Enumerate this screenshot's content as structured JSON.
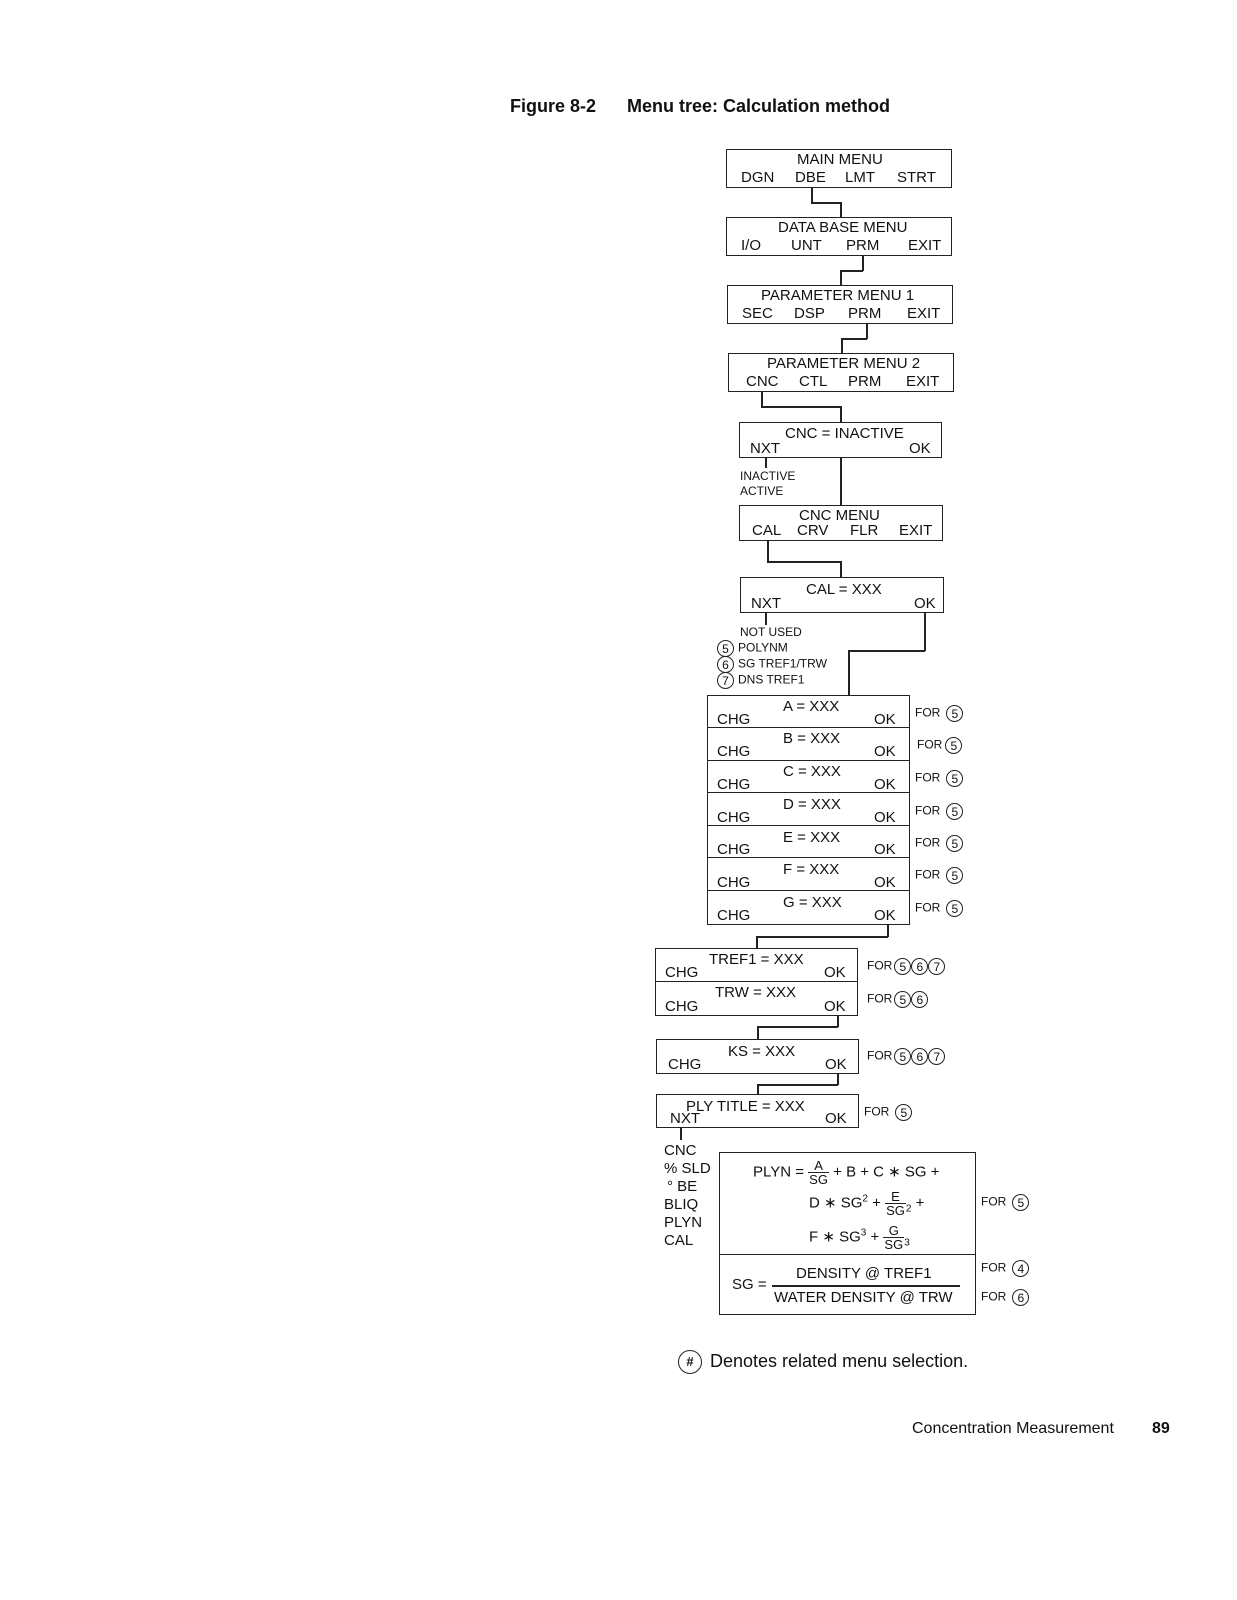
{
  "figure": {
    "label": "Figure 8-2",
    "title": "Menu tree: Calculation method"
  },
  "main_menu": {
    "title": "MAIN MENU",
    "keys": [
      "DGN",
      "DBE",
      "LMT",
      "STRT"
    ]
  },
  "database_menu": {
    "title": "DATA BASE MENU",
    "keys": [
      "I/O",
      "UNT",
      "PRM",
      "EXIT"
    ]
  },
  "param_menu_1": {
    "title": "PARAMETER MENU 1",
    "keys": [
      "SEC",
      "DSP",
      "PRM",
      "EXIT"
    ]
  },
  "param_menu_2": {
    "title": "PARAMETER MENU 2",
    "keys": [
      "CNC",
      "CTL",
      "PRM",
      "EXIT"
    ]
  },
  "cnc_status": {
    "title": "CNC = INACTIVE",
    "left": "NXT",
    "right": "OK",
    "options": [
      "INACTIVE",
      "ACTIVE"
    ]
  },
  "cnc_menu": {
    "title": "CNC MENU",
    "keys": [
      "CAL",
      "CRV",
      "FLR",
      "EXIT"
    ]
  },
  "cal": {
    "title": "CAL = XXX",
    "left": "NXT",
    "right": "OK",
    "options": [
      {
        "mark": "",
        "label": "NOT USED"
      },
      {
        "mark": "5",
        "label": "POLYNM"
      },
      {
        "mark": "6",
        "label": "SG TREF1/TRW"
      },
      {
        "mark": "7",
        "label": "DNS TREF1"
      }
    ]
  },
  "coef_rows": [
    {
      "title": "A = XXX",
      "left": "CHG",
      "right": "OK",
      "for": "FOR",
      "marks": [
        "5"
      ]
    },
    {
      "title": "B = XXX",
      "left": "CHG",
      "right": "OK",
      "for": "FOR",
      "marks": [
        "5"
      ]
    },
    {
      "title": "C = XXX",
      "left": "CHG",
      "right": "OK",
      "for": "FOR",
      "marks": [
        "5"
      ]
    },
    {
      "title": "D = XXX",
      "left": "CHG",
      "right": "OK",
      "for": "FOR",
      "marks": [
        "5"
      ]
    },
    {
      "title": "E = XXX",
      "left": "CHG",
      "right": "OK",
      "for": "FOR",
      "marks": [
        "5"
      ]
    },
    {
      "title": "F = XXX",
      "left": "CHG",
      "right": "OK",
      "for": "FOR",
      "marks": [
        "5"
      ]
    },
    {
      "title": "G = XXX",
      "left": "CHG",
      "right": "OK",
      "for": "FOR",
      "marks": [
        "5"
      ]
    }
  ],
  "tref_rows": [
    {
      "title": "TREF1 = XXX",
      "left": "CHG",
      "right": "OK",
      "for": "FOR",
      "marks": [
        "5",
        "6",
        "7"
      ]
    },
    {
      "title": "TRW = XXX",
      "left": "CHG",
      "right": "OK",
      "for": "FOR",
      "marks": [
        "5",
        "6"
      ]
    }
  ],
  "ks": {
    "title": "KS = XXX",
    "left": "CHG",
    "right": "OK",
    "for": "FOR",
    "marks": [
      "5",
      "6",
      "7"
    ]
  },
  "ply_title": {
    "title": "PLY TITLE = XXX",
    "left": "NXT",
    "right": "OK",
    "for": "FOR",
    "marks": [
      "5"
    ]
  },
  "ply_options": [
    "CNC",
    "% SLD",
    "° BE",
    "BLIQ",
    "PLYN",
    "CAL"
  ],
  "formula": {
    "plyn_lhs": "PLYN =",
    "a": "A",
    "sg": "SG",
    "line1_rest": "+ B + C ∗ SG +",
    "d_term": "D ∗ SG",
    "e": "E",
    "line2_rest": "+",
    "f_term": "F ∗ SG",
    "g": "G",
    "exp2": "2",
    "exp3": "3",
    "plus": "+",
    "for": "FOR",
    "mark": "5"
  },
  "sg_formula": {
    "lhs": "SG =",
    "numerator": "DENSITY @ TREF1",
    "denominator": "WATER DENSITY @ TRW",
    "for1": "FOR",
    "mark1": "4",
    "for2": "FOR",
    "mark2": "6"
  },
  "legend": {
    "mark": "#",
    "text": "Denotes related menu selection."
  },
  "footer": {
    "title": "Concentration Measurement",
    "page": "89"
  }
}
